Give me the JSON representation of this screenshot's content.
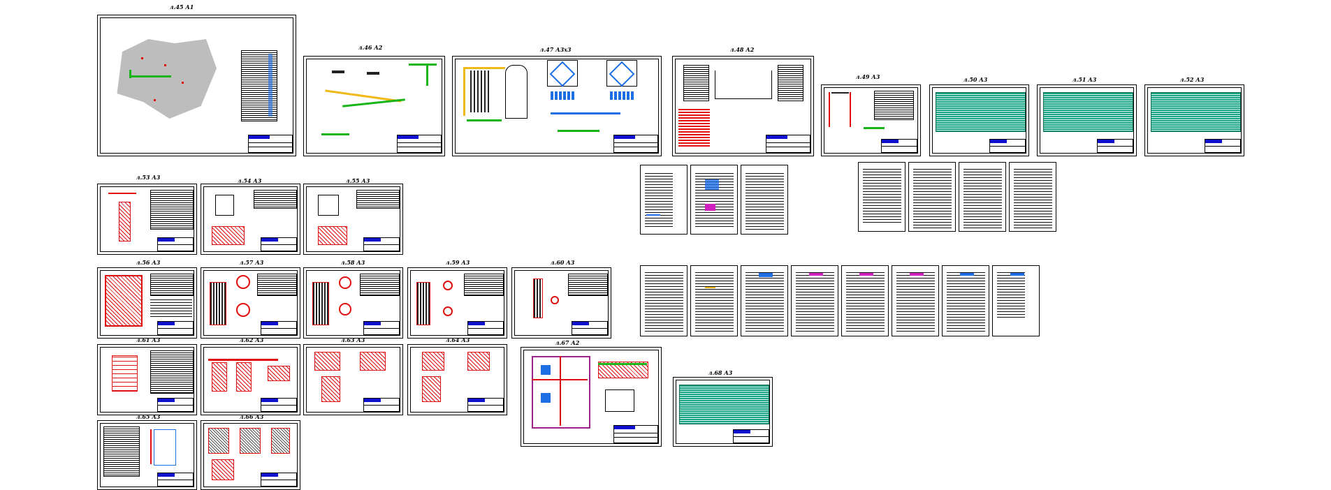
{
  "sheets": [
    {
      "id": "l45",
      "label": "л.45 А1"
    },
    {
      "id": "l46",
      "label": "л.46 А2"
    },
    {
      "id": "l47",
      "label": "л.47 А3х3"
    },
    {
      "id": "l48",
      "label": "л.48 А2"
    },
    {
      "id": "l49",
      "label": "л.49 А3"
    },
    {
      "id": "l50",
      "label": "л.50 А3"
    },
    {
      "id": "l51",
      "label": "л.51 А3"
    },
    {
      "id": "l52",
      "label": "л.52 А3"
    },
    {
      "id": "l53",
      "label": "л.53 А3"
    },
    {
      "id": "l54",
      "label": "л.54 А3"
    },
    {
      "id": "l55",
      "label": "л.55 А3"
    },
    {
      "id": "l56",
      "label": "л.56 А3"
    },
    {
      "id": "l57",
      "label": "л.57 А3"
    },
    {
      "id": "l58",
      "label": "л.58 А3"
    },
    {
      "id": "l59",
      "label": "л.59 А3"
    },
    {
      "id": "l60",
      "label": "л.60 А3"
    },
    {
      "id": "l61",
      "label": "л.61 А3"
    },
    {
      "id": "l62",
      "label": "л.62 А3"
    },
    {
      "id": "l63",
      "label": "л.63 А3"
    },
    {
      "id": "l64",
      "label": "л.64 А3"
    },
    {
      "id": "l65",
      "label": "л.65 А3"
    },
    {
      "id": "l66",
      "label": "л.66 А3"
    },
    {
      "id": "l67",
      "label": "л.67 А2"
    },
    {
      "id": "l68",
      "label": "л.68 А3"
    }
  ],
  "colors": {
    "line": "#000000",
    "dimension": "#e01010",
    "pipe_green": "#18b418",
    "pipe_blue": "#1e6ee6",
    "pipe_yellow": "#f0b818",
    "spec_teal": "#1aa383",
    "highlight_magenta": "#d020c0",
    "stamp_blue": "#1010d0"
  }
}
